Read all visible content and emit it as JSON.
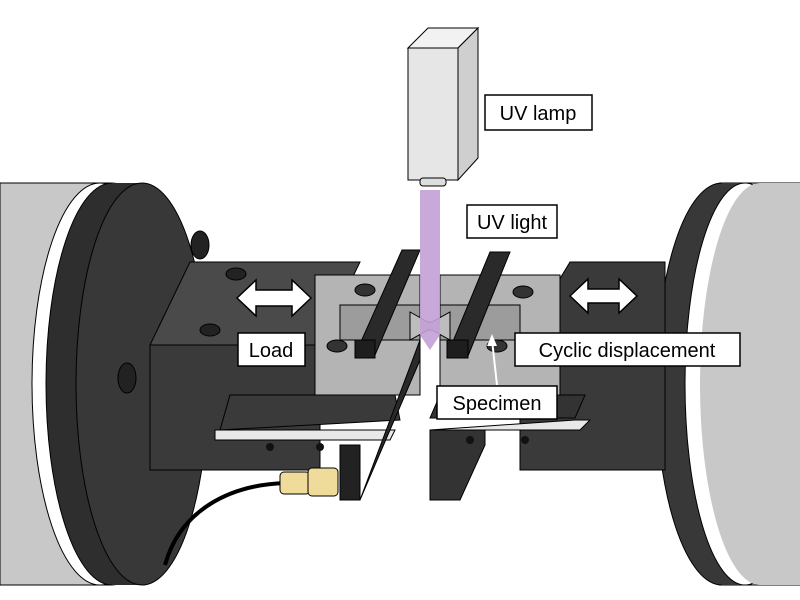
{
  "labels": {
    "uv_lamp": "UV lamp",
    "uv_light": "UV light",
    "load": "Load",
    "cyclic_displacement": "Cyclic displacement",
    "specimen": "Specimen"
  },
  "colors": {
    "uv_beam": "#c39fd6",
    "cylinder": "#c8c8c8",
    "grip_dark": "#3a3a3a",
    "grip_light": "#b4b4b4",
    "connector": "#efdc9a"
  }
}
